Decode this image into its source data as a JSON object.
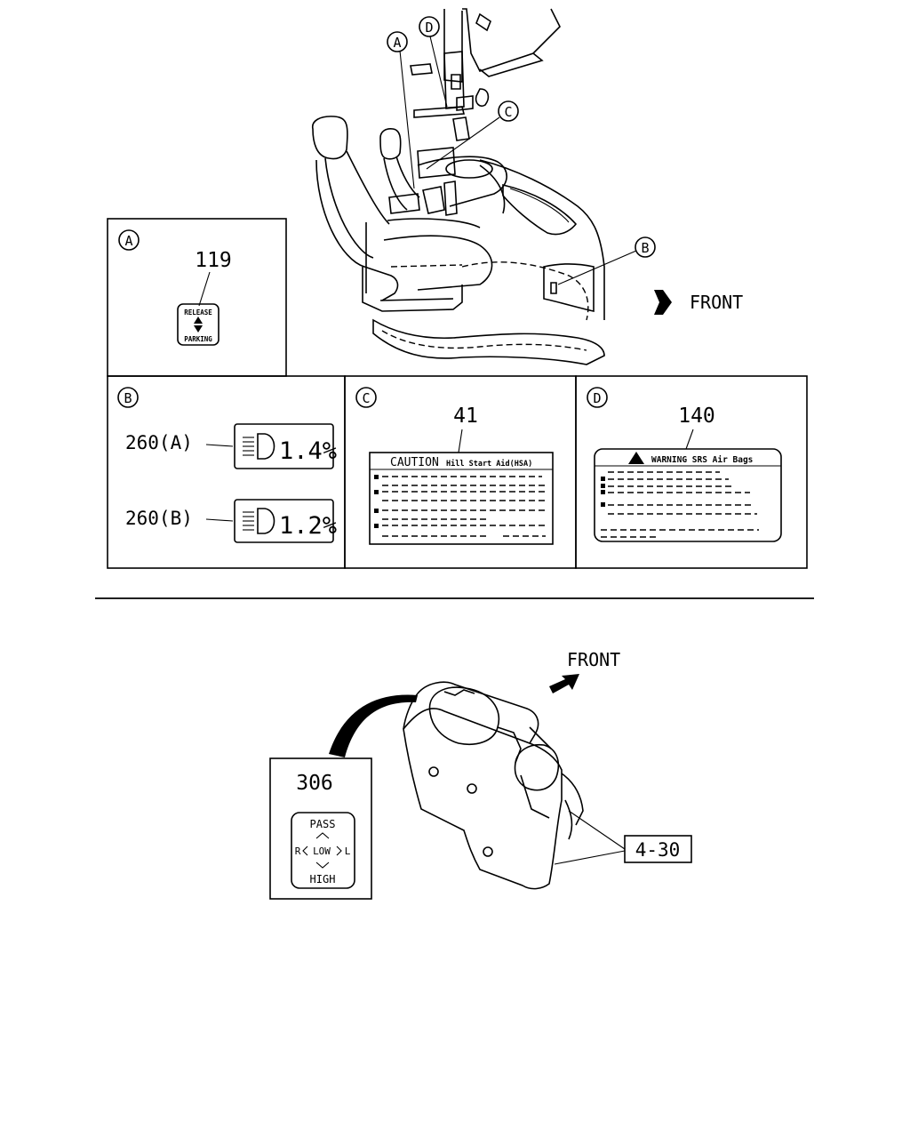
{
  "callouts": {
    "a": "A",
    "b": "B",
    "c": "C",
    "d": "D"
  },
  "front_label_top": "FRONT",
  "front_label_bottom": "FRONT",
  "panel_a": {
    "letter": "A",
    "part_number": "119",
    "label_top": "RELEASE",
    "label_bottom": "PARKING"
  },
  "panel_b": {
    "letter": "B",
    "items": [
      {
        "part_number": "260(A)",
        "value": "1.4%"
      },
      {
        "part_number": "260(B)",
        "value": "1.2%"
      }
    ]
  },
  "panel_c": {
    "letter": "C",
    "part_number": "41",
    "label_title": "CAUTION",
    "label_subtitle": "Hill Start Aid(HSA)"
  },
  "panel_d": {
    "letter": "D",
    "part_number": "140",
    "label_title": "WARNING SRS Air Bags"
  },
  "lower": {
    "part_number": "306",
    "label_pass": "PASS",
    "label_r": "R",
    "label_low": "LOW",
    "label_l": "L",
    "label_high": "HIGH",
    "reference": "4-30"
  }
}
